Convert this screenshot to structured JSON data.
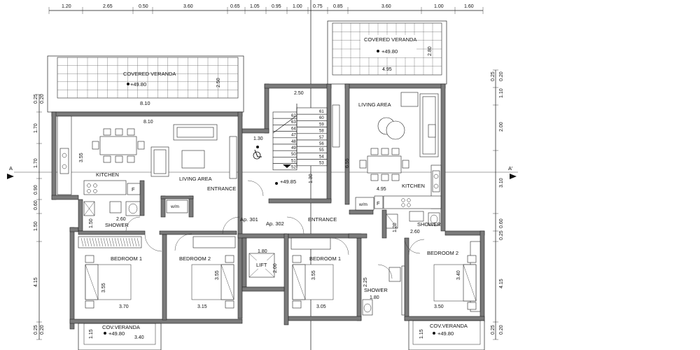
{
  "top_dimensions": [
    "1.20",
    "2.65",
    "0.50",
    "3.60",
    "0.65",
    "1.05",
    "0.95",
    "1.00",
    "0.75",
    "0.85",
    "3.60",
    "1.00",
    "1.60"
  ],
  "left_dimensions": [
    "0.25",
    "0.20",
    "1.70",
    "1.70",
    "0.90",
    "0.60",
    "1.50",
    "4.15",
    "0.25",
    "0.20"
  ],
  "right_dimensions": [
    "0.25",
    "0.20",
    "1.10",
    "2.00",
    "3.10",
    "0.60",
    "0.25",
    "4.15",
    "0.25",
    "0.20"
  ],
  "section": {
    "left": "A",
    "right": "A'"
  },
  "left_unit": {
    "covered_veranda": "COVERED VERANDA",
    "veranda_level": "+49.80",
    "veranda_width": "8.10",
    "veranda_depth": "2.50",
    "living_width": "8.10",
    "kitchen": "KITCHEN",
    "kitchen_depth": "3.55",
    "living_area": "LIVING AREA",
    "entrance": "ENTRANCE",
    "wm": "w/m",
    "fridge": "F",
    "shower": "SHOWER",
    "shower_width": "2.60",
    "shower_depth": "1.50",
    "bedroom1": "BEDROOM 1",
    "bedroom1_width": "3.70",
    "bedroom1_depth": "3.55",
    "bedroom2": "BEDROOM 2",
    "bedroom2_width": "3.15",
    "bedroom2_depth": "3.55",
    "cov_veranda": "COV.VERANDA",
    "cov_level": "+49.80",
    "cov_width": "3.40",
    "cov_depth": "1.15",
    "apartment": "Ap. 301"
  },
  "core": {
    "stair_width": "2.50",
    "stair_depth": "1.30",
    "landing_depth": "1.30",
    "steps_left": [
      "62",
      "63",
      "64",
      "47",
      "48",
      "49",
      "50",
      "51",
      "52"
    ],
    "steps_right": [
      "61",
      "60",
      "59",
      "58",
      "57",
      "56",
      "55",
      "54",
      "53"
    ],
    "level": "+49.85",
    "lift": "LIFT",
    "lift_width": "1.80",
    "lift_depth": "2.00",
    "entrance": "ENTRANCE",
    "apartment": "Ap. 302"
  },
  "right_unit": {
    "covered_veranda": "COVERED VERANDA",
    "veranda_level": "+49.80",
    "veranda_width": "4.95",
    "veranda_depth": "2.80",
    "living_area": "LIVING AREA",
    "living_depth": "6.55",
    "living_width": "4.95",
    "kitchen": "KITCHEN",
    "wm": "w/m",
    "fridge": "F",
    "shower_top": "SHOWER",
    "shower_top_width": "2.60",
    "shower_top_depth": "1.20",
    "shower_bottom": "SHOWER",
    "shower_bottom_width": "1.80",
    "shower_bottom_depth": "2.25",
    "bedroom1": "BEDROOM 1",
    "bedroom1_width": "3.05",
    "bedroom1_depth": "3.55",
    "bedroom2": "BEDROOM 2",
    "bedroom2_width": "3.50",
    "bedroom2_depth": "3.40",
    "cov_veranda": "COV.VERANDA",
    "cov_level": "+49.80",
    "cov_depth": "1.15"
  }
}
